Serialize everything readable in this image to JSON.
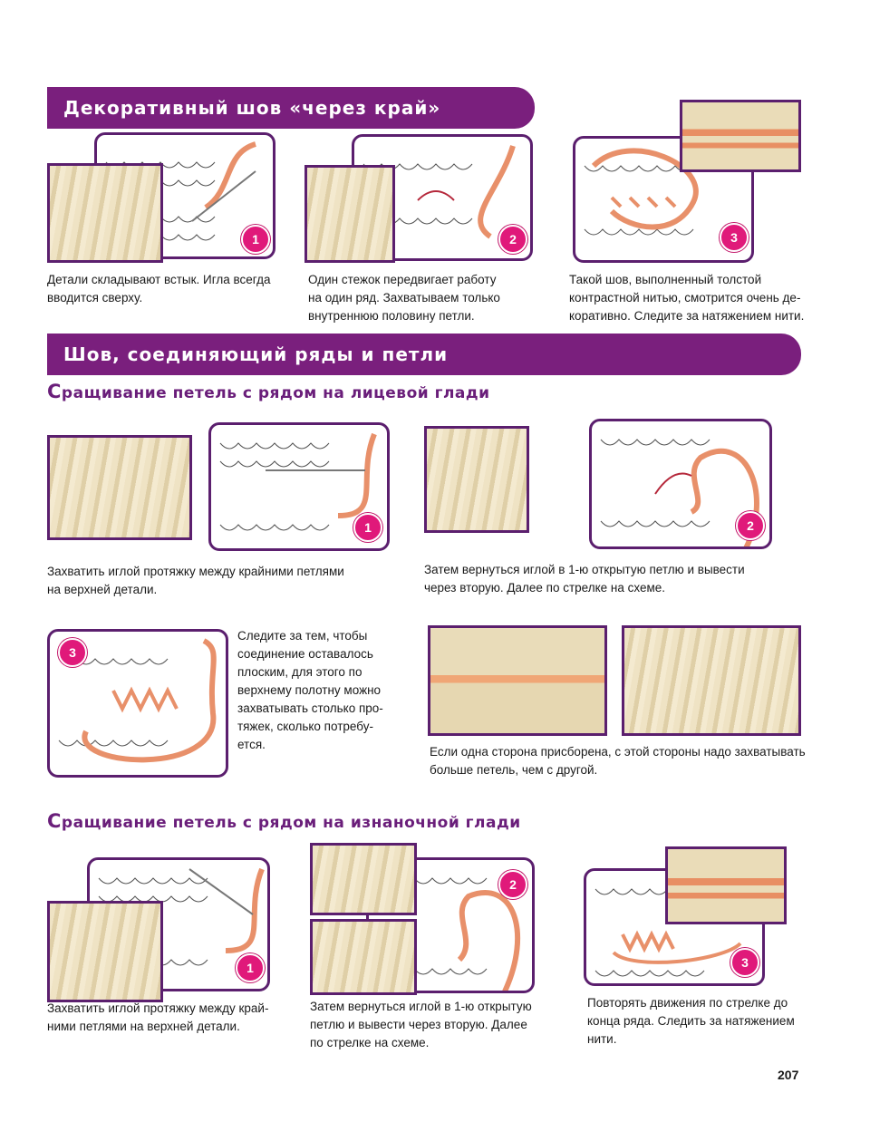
{
  "section1": {
    "title": "Декоративный шов «через край»",
    "steps": [
      {
        "badge": "1",
        "caption": [
          "Детали складывают встык. Игла всегда",
          "вводится сверху."
        ]
      },
      {
        "badge": "2",
        "caption": [
          "Один стежок передвигает работу",
          "на один ряд. Захватываем только",
          "внутреннюю половину петли."
        ]
      },
      {
        "badge": "3",
        "caption": [
          "Такой шов, выполненный толстой",
          "контрастной нитью, смотрится очень де-",
          "коративно. Следите за натяжением нити."
        ]
      }
    ]
  },
  "section2": {
    "title": "Шов, соединяющий ряды и петли",
    "sub1": {
      "title_cap": "С",
      "title_rest": "ращивание петель с рядом на лицевой глади",
      "steps": [
        {
          "badge": "1",
          "caption": [
            "Захватить иглой протяжку между крайними петлями",
            "на верхней детали."
          ]
        },
        {
          "badge": "2",
          "caption": [
            "Затем вернуться иглой в 1-ю открытую петлю и вывести",
            "через вторую. Далее по стрелке на схеме."
          ]
        },
        {
          "badge": "3",
          "caption": [
            "Следите за тем, чтобы",
            "соединение оставалось",
            "плоским, для этого по",
            "верхнему полотну можно",
            "захватывать столько про-",
            "тяжек, сколько потребу-",
            "ется."
          ]
        },
        {
          "caption": [
            "Если одна сторона присборена, с этой стороны надо захватывать",
            "больше петель, чем с другой."
          ]
        }
      ]
    },
    "sub2": {
      "title_cap": "С",
      "title_rest": "ращивание петель с рядом на изнаночной глади",
      "steps": [
        {
          "badge": "1",
          "caption": [
            "Захватить иглой протяжку между край-",
            "ними петлями на верхней детали."
          ]
        },
        {
          "badge": "2",
          "caption": [
            "Затем вернуться иглой в 1-ю открытую",
            "петлю и вывести через вторую. Далее",
            "по стрелке на схеме."
          ]
        },
        {
          "badge": "3",
          "caption": [
            "Повторять движения по стрелке до",
            "конца ряда. Следить за натяжением",
            "нити."
          ]
        }
      ]
    }
  },
  "page_number": "207",
  "colors": {
    "banner": "#7a1f7d",
    "subhead": "#6a1e7a",
    "badge": "#e0197a",
    "yarn": "#e8906a",
    "frame": "#5b1f6e"
  }
}
